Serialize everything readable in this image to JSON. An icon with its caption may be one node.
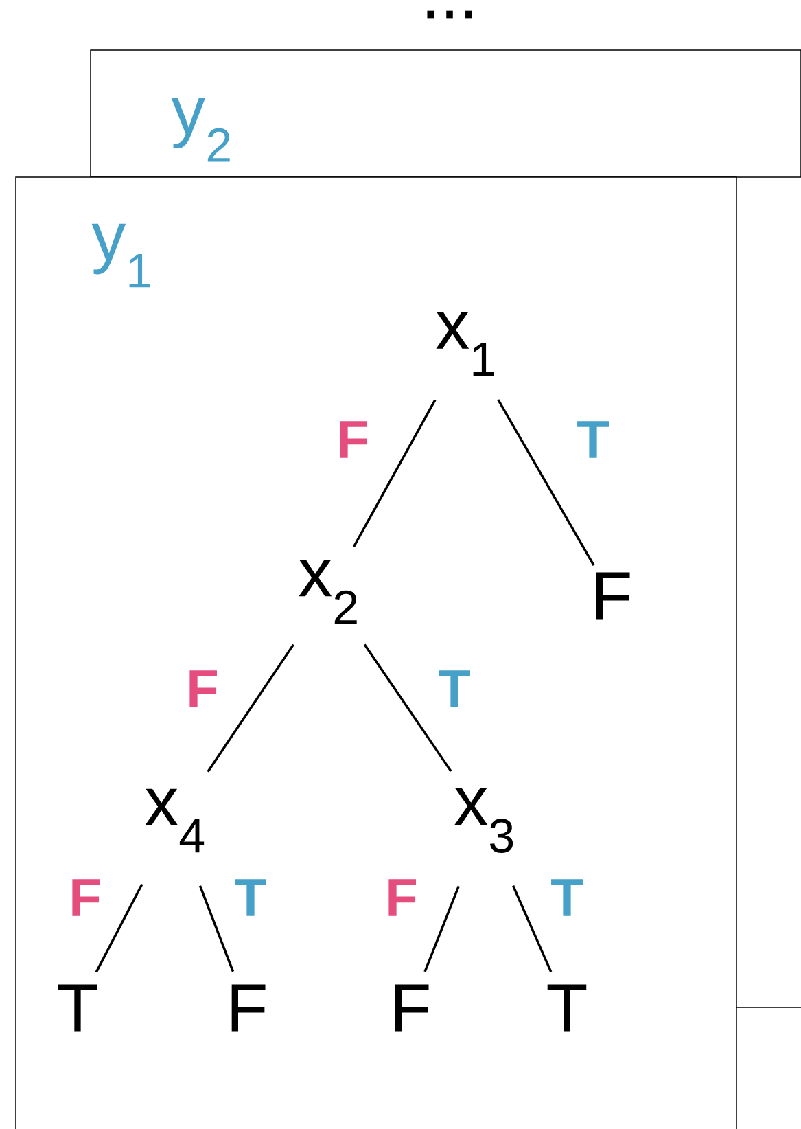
{
  "diagram": {
    "nodes": [
      {
        "text": [
          "y$_{2}$"
        ]
      },
      {
        "text": [
          "y$_{1}$"
        ]
      },
      {
        "text": [
          "x$_{1}$"
        ],
        "in": 1
      },
      {
        "text": [
          "x$_{2}$"
        ],
        "in": 1
      },
      {
        "text": [
          "F"
        ],
        "in": 1
      },
      {
        "text": [
          "x$_{4}$"
        ],
        "in": 1
      },
      {
        "text": [
          "x$_{3}$"
        ],
        "in": 1
      },
      {
        "text": [
          "T"
        ],
        "in": 1
      },
      {
        "text": [
          "F"
        ],
        "in": 1
      },
      {
        "text": [
          "F"
        ],
        "in": 1
      },
      {
        "text": [
          "T"
        ],
        "in": 1
      }
    ],
    "edges": [
      {
        "from": 2,
        "to": 3,
        "arrow": "none",
        "label": "F"
      },
      {
        "from": 2,
        "to": 4,
        "arrow": "none",
        "label": "T"
      },
      {
        "from": 3,
        "to": 5,
        "arrow": "none",
        "label": "F"
      },
      {
        "from": 3,
        "to": 6,
        "arrow": "none",
        "label": "T"
      },
      {
        "from": 5,
        "to": 7,
        "arrow": "none",
        "label": "F"
      },
      {
        "from": 5,
        "to": 8,
        "arrow": "none",
        "label": "T"
      },
      {
        "from": 6,
        "to": 9,
        "arrow": "none",
        "label": "F"
      },
      {
        "from": 6,
        "to": 10,
        "arrow": "none",
        "label": "T"
      }
    ],
    "labels": [
      "..."
    ]
  }
}
